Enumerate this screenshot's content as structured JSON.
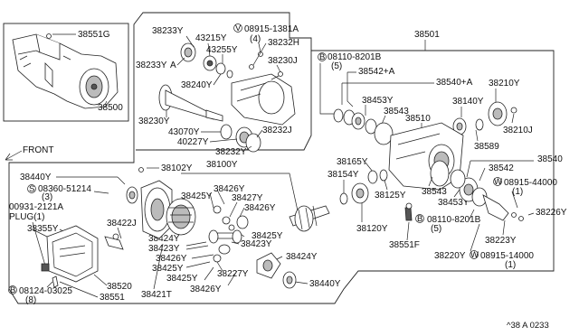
{
  "labels": {
    "l_38551G": "38551G",
    "l_38500": "38500",
    "l_front": "FRONT",
    "l_38233Y_a": "38233Y",
    "l_38233Y_b": "38233Y",
    "l_43215Y": "43215Y",
    "l_43255Y": "43255Y",
    "l_v08915_a": "08915-1381A",
    "l_v08915_a_q": "(4)",
    "l_38232H": "38232H",
    "l_38230J": "38230J",
    "l_38240Y": "38240Y",
    "l_38230Y": "38230Y",
    "l_43070Y": "43070Y",
    "l_40227Y": "40227Y",
    "l_38232J": "38232J",
    "l_38232Y": "38232Y",
    "l_38501": "38501",
    "l_b08110_a": "08110-8201B",
    "l_b08110_a_q": "(5)",
    "l_38542A": "38542+A",
    "l_38540A": "38540+A",
    "l_38210Y": "38210Y",
    "l_38453Y_a": "38453Y",
    "l_38543_a": "38543",
    "l_38140Y": "38140Y",
    "l_38510": "38510",
    "l_38589": "38589",
    "l_38210J": "38210J",
    "l_38440Y_a": "38440Y",
    "l_38102Y": "38102Y",
    "l_38100Y": "38100Y",
    "l_38165Y": "38165Y",
    "l_38154Y": "38154Y",
    "l_38542": "38542",
    "l_38540": "38540",
    "l_s08360": "08360-51214",
    "l_s08360_q": "(3)",
    "l_00931": "00931-2121A",
    "l_plug": "PLUG(1)",
    "l_38355Y": "38355Y",
    "l_38422J": "38422J",
    "l_38426Y_a": "38426Y",
    "l_38425Y_a": "38425Y",
    "l_38427Y": "38427Y",
    "l_38426Y_b": "38426Y",
    "l_38424Y_a": "38424Y",
    "l_38423Y_a": "38423Y",
    "l_38426Y_c": "38426Y",
    "l_38425Y_b": "38425Y",
    "l_38425Y_c": "38425Y",
    "l_38423Y_b": "38423Y",
    "l_38424Y_b": "38424Y",
    "l_38227Y": "38227Y",
    "l_38425Y_d": "38425Y",
    "l_38426Y_d": "38426Y",
    "l_38421T": "38421T",
    "l_38520": "38520",
    "l_38551": "38551",
    "l_b08124": "08124-03025",
    "l_b08124_q": "(8)",
    "l_38440Y_b": "38440Y",
    "l_38125Y": "38125Y",
    "l_38120Y": "38120Y",
    "l_38551F": "38551F",
    "l_38543_b": "38543",
    "l_38453Y_b": "38453Y",
    "l_w08915_b": "08915-44000",
    "l_w08915_b_q": "(1)",
    "l_38226Y": "38226Y",
    "l_b08110_b": "08110-8201B",
    "l_b08110_b_q": "(5)",
    "l_38223Y": "38223Y",
    "l_38220Y": "38220Y",
    "l_w08915_c": "08915-14000",
    "l_w08915_c_q": "(1)",
    "l_ref": "^38 A 0233"
  },
  "symbols": {
    "v": "V",
    "b": "B",
    "s": "S",
    "w": "W"
  }
}
